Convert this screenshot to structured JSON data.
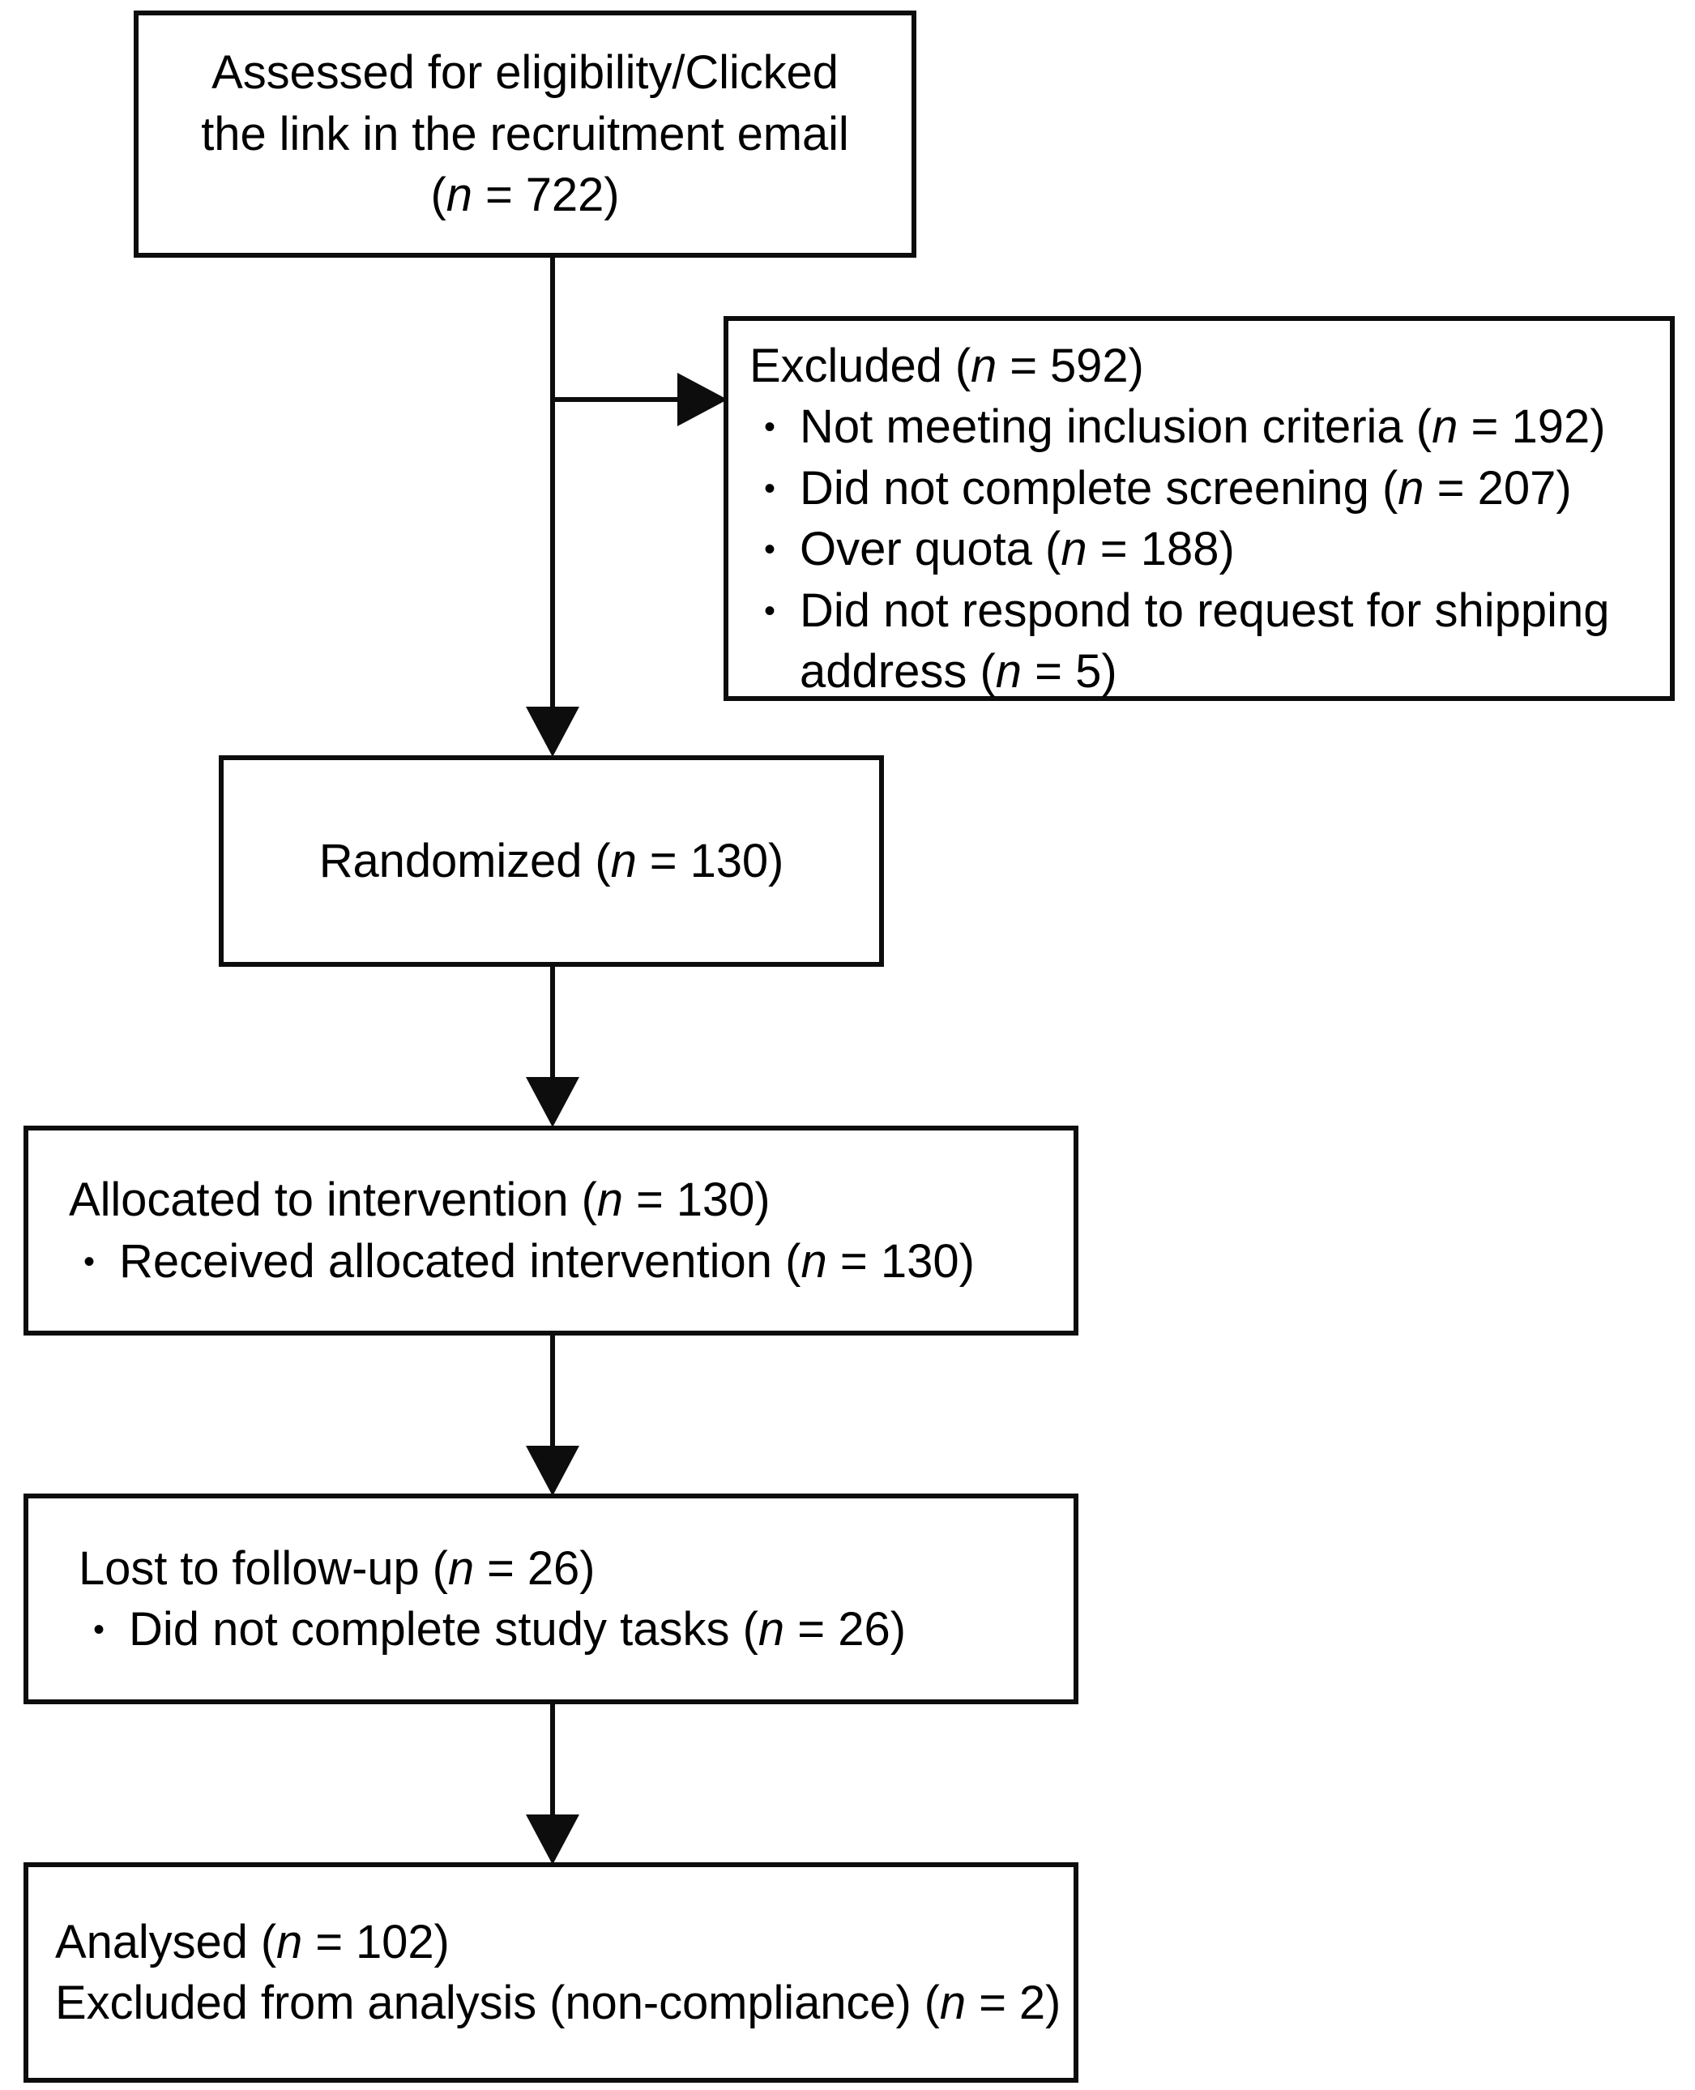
{
  "diagram": {
    "type": "consort-flow-diagram",
    "title": "CONSORT participant flow diagram",
    "stroke_color": "#0d0d0d",
    "background_color": "#ffffff"
  },
  "nodes": {
    "enrollment": {
      "name": "assessed-for-eligibility",
      "line1": "Assessed for eligibility/Clicked",
      "line2": "the link in the recruitment email",
      "count_prefix": "(",
      "count_n": "n",
      "count_eq": " = ",
      "count_value": "722",
      "count_suffix": ")",
      "count_full": "(n = 722)"
    },
    "excluded": {
      "name": "excluded",
      "heading_label": "Excluded (",
      "heading_n": "n",
      "heading_value": " = 592)",
      "heading_full": "Excluded (n = 592)",
      "reasons": [
        {
          "text": "Not meeting inclusion criteria (",
          "n": "n",
          "value": " = 192)",
          "full": "Not meeting inclusion criteria (n = 192)"
        },
        {
          "text": "Did not complete screening (",
          "n": "n",
          "value": " = 207)",
          "full": "Did not complete screening (n = 207)"
        },
        {
          "text": "Over quota (",
          "n": "n",
          "value": " = 188)",
          "full": "Over quota (n = 188)"
        },
        {
          "text": "Did not respond to request for shipping address (",
          "n": "n",
          "value": " = 5)",
          "full": "Did not respond to request for shipping address (n = 5)"
        }
      ]
    },
    "randomized": {
      "name": "randomized",
      "label": "Randomized (",
      "n": "n",
      "value": " = 130)",
      "full": "Randomized (n = 130)"
    },
    "allocation": {
      "name": "allocated-to-intervention",
      "heading_label": "Allocated to intervention (",
      "heading_n": "n",
      "heading_value": " = 130)",
      "heading_full": "Allocated to intervention (n = 130)",
      "bullets": [
        {
          "text": "Received allocated intervention (",
          "n": "n",
          "value": " = 130)",
          "full": "Received allocated intervention (n = 130)"
        }
      ]
    },
    "followup": {
      "name": "lost-to-follow-up",
      "heading_label": "Lost to follow-up (",
      "heading_n": "n",
      "heading_value": " = 26)",
      "heading_full": "Lost to follow-up (n = 26)",
      "bullets": [
        {
          "text": "Did not complete study tasks (",
          "n": "n",
          "value": " = 26)",
          "full": "Did not complete study tasks (n = 26)"
        }
      ]
    },
    "analysis": {
      "name": "analysed",
      "line1_label": "Analysed (",
      "line1_n": "n",
      "line1_value": " = 102)",
      "line1_full": "Analysed (n = 102)",
      "line2_label": "Excluded from analysis (non-compliance) (",
      "line2_n": "n",
      "line2_value": " = 2)",
      "line2_full": "Excluded from analysis (non-compliance) (n = 2)"
    }
  },
  "chart_data": {
    "type": "flow",
    "title": "CONSORT participant flow",
    "stages": [
      {
        "id": "assessed",
        "label": "Assessed for eligibility/Clicked the link in the recruitment email",
        "n": 722
      },
      {
        "id": "excluded",
        "label": "Excluded",
        "n": 592,
        "breakdown": [
          {
            "label": "Not meeting inclusion criteria",
            "n": 192
          },
          {
            "label": "Did not complete screening",
            "n": 207
          },
          {
            "label": "Over quota",
            "n": 188
          },
          {
            "label": "Did not respond to request for shipping address",
            "n": 5
          }
        ]
      },
      {
        "id": "randomized",
        "label": "Randomized",
        "n": 130
      },
      {
        "id": "allocated",
        "label": "Allocated to intervention",
        "n": 130,
        "breakdown": [
          {
            "label": "Received allocated intervention",
            "n": 130
          }
        ]
      },
      {
        "id": "lost",
        "label": "Lost to follow-up",
        "n": 26,
        "breakdown": [
          {
            "label": "Did not complete study tasks",
            "n": 26
          }
        ]
      },
      {
        "id": "analysed",
        "label": "Analysed",
        "n": 102,
        "breakdown": [
          {
            "label": "Excluded from analysis (non-compliance)",
            "n": 2
          }
        ]
      }
    ],
    "edges": [
      {
        "from": "assessed",
        "to": "excluded",
        "direction": "right"
      },
      {
        "from": "assessed",
        "to": "randomized",
        "direction": "down"
      },
      {
        "from": "randomized",
        "to": "allocated",
        "direction": "down"
      },
      {
        "from": "allocated",
        "to": "lost",
        "direction": "down"
      },
      {
        "from": "lost",
        "to": "analysed",
        "direction": "down"
      }
    ]
  }
}
